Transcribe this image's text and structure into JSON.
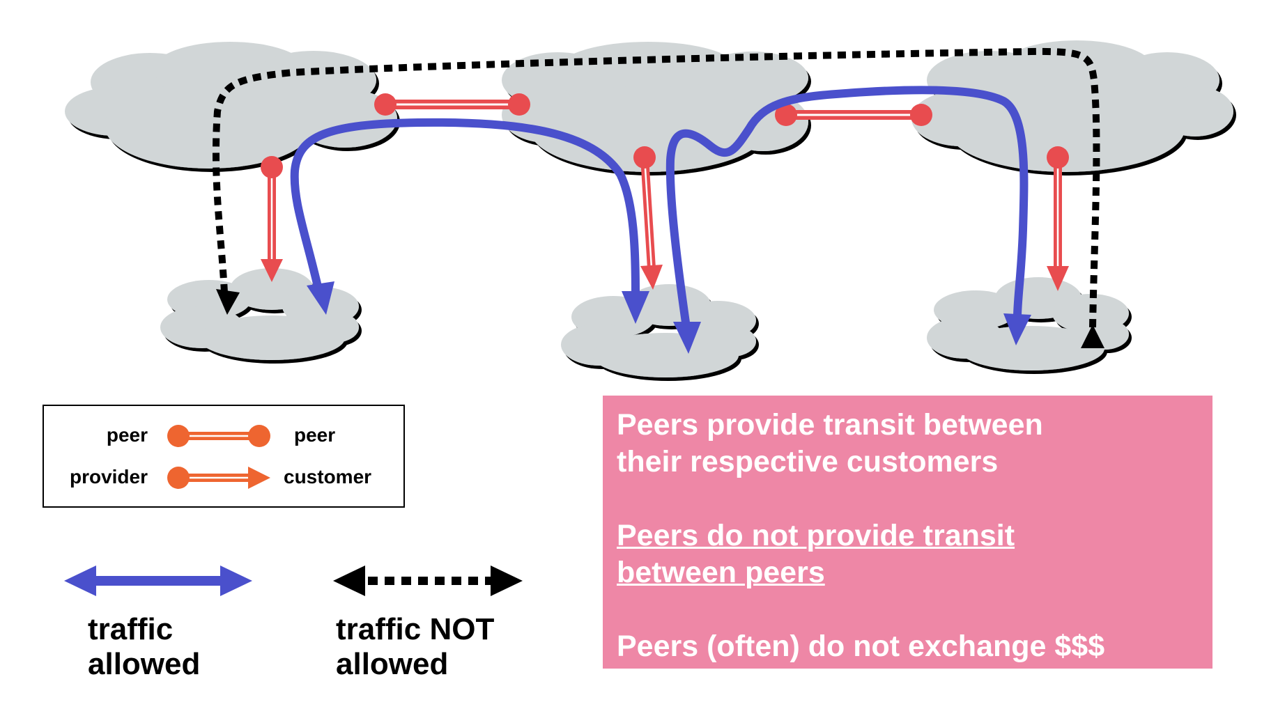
{
  "legend": {
    "peer_left": "peer",
    "peer_right": "peer",
    "provider": "provider",
    "customer": "customer"
  },
  "traffic_allowed": {
    "line1": "traffic",
    "line2": "allowed"
  },
  "traffic_not_allowed": {
    "line1": "traffic NOT",
    "line2": "allowed"
  },
  "info_box": {
    "para1_line1": "Peers provide transit between",
    "para1_line2": "their respective customers",
    "para2_line1": "Peers do not provide transit",
    "para2_line2": "between peers",
    "para3": "Peers (often) do not exchange $$$"
  },
  "colors": {
    "cloud": "#d1d6d7",
    "peer_link": "#e84c4f",
    "legend_link": "#ee6530",
    "traffic_allowed": "#4a50cc",
    "traffic_not_allowed": "#000000",
    "info_box_bg": "#ee87a6",
    "info_box_text": "#ffffff"
  }
}
